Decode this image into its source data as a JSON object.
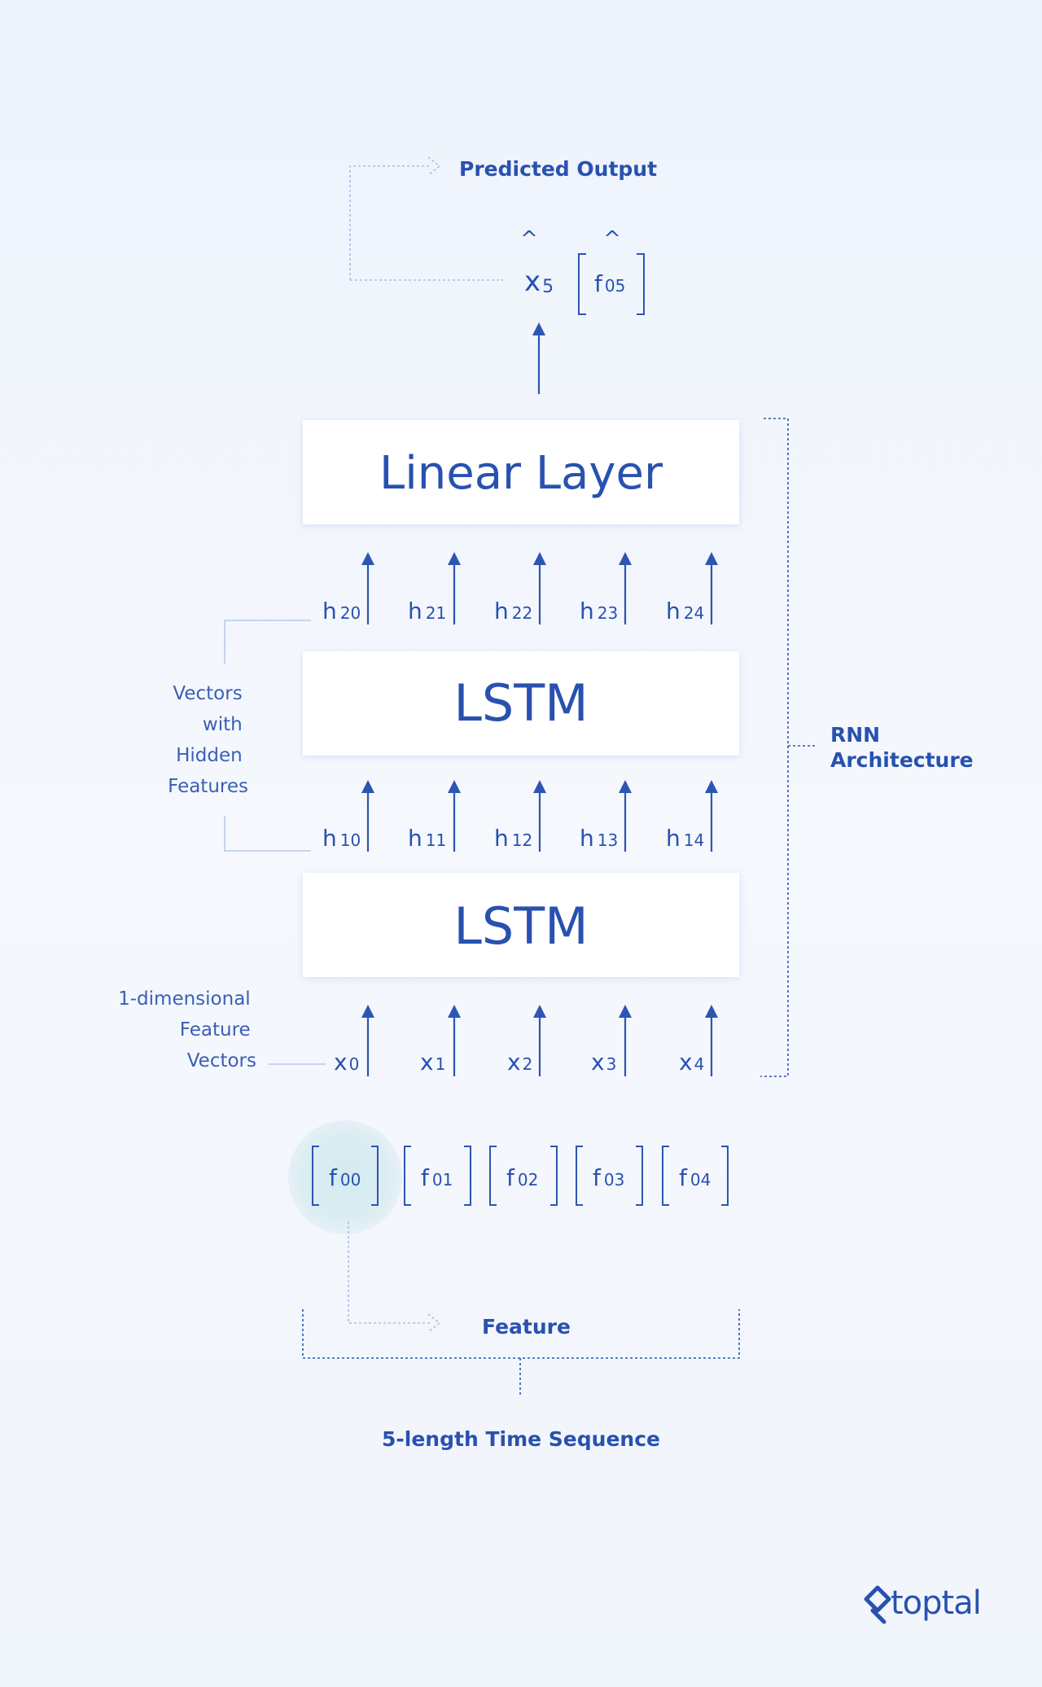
{
  "predicted_output": {
    "label": "Predicted Output",
    "x_base": "x",
    "x_sub": "5",
    "f_base": "f",
    "f_sub": "05",
    "hat": "^"
  },
  "linear_layer": {
    "label": "Linear Layer"
  },
  "lstm_top": {
    "label": "LSTM"
  },
  "lstm_bottom": {
    "label": "LSTM"
  },
  "hidden_top": [
    {
      "base": "h",
      "sub": "20"
    },
    {
      "base": "h",
      "sub": "21"
    },
    {
      "base": "h",
      "sub": "22"
    },
    {
      "base": "h",
      "sub": "23"
    },
    {
      "base": "h",
      "sub": "24"
    }
  ],
  "hidden_bottom": [
    {
      "base": "h",
      "sub": "10"
    },
    {
      "base": "h",
      "sub": "11"
    },
    {
      "base": "h",
      "sub": "12"
    },
    {
      "base": "h",
      "sub": "13"
    },
    {
      "base": "h",
      "sub": "14"
    }
  ],
  "inputs": [
    {
      "base": "x",
      "sub": "0"
    },
    {
      "base": "x",
      "sub": "1"
    },
    {
      "base": "x",
      "sub": "2"
    },
    {
      "base": "x",
      "sub": "3"
    },
    {
      "base": "x",
      "sub": "4"
    }
  ],
  "features": [
    {
      "base": "f",
      "sub": "00"
    },
    {
      "base": "f",
      "sub": "01"
    },
    {
      "base": "f",
      "sub": "02"
    },
    {
      "base": "f",
      "sub": "03"
    },
    {
      "base": "f",
      "sub": "04"
    }
  ],
  "hidden_features_label": [
    "Vectors",
    "with",
    "Hidden",
    "Features"
  ],
  "feature_vectors_label": [
    "1-dimensional",
    "Feature",
    "Vectors"
  ],
  "rnn_label": [
    "RNN",
    "Architecture"
  ],
  "feature_label": "Feature",
  "time_sequence_label": "5-length Time Sequence",
  "logo": {
    "text": "toptal",
    "icon": "toptal-logo-icon"
  },
  "colors": {
    "primary": "#2851b0",
    "background": "#eef3fc",
    "box": "#ffffff"
  }
}
